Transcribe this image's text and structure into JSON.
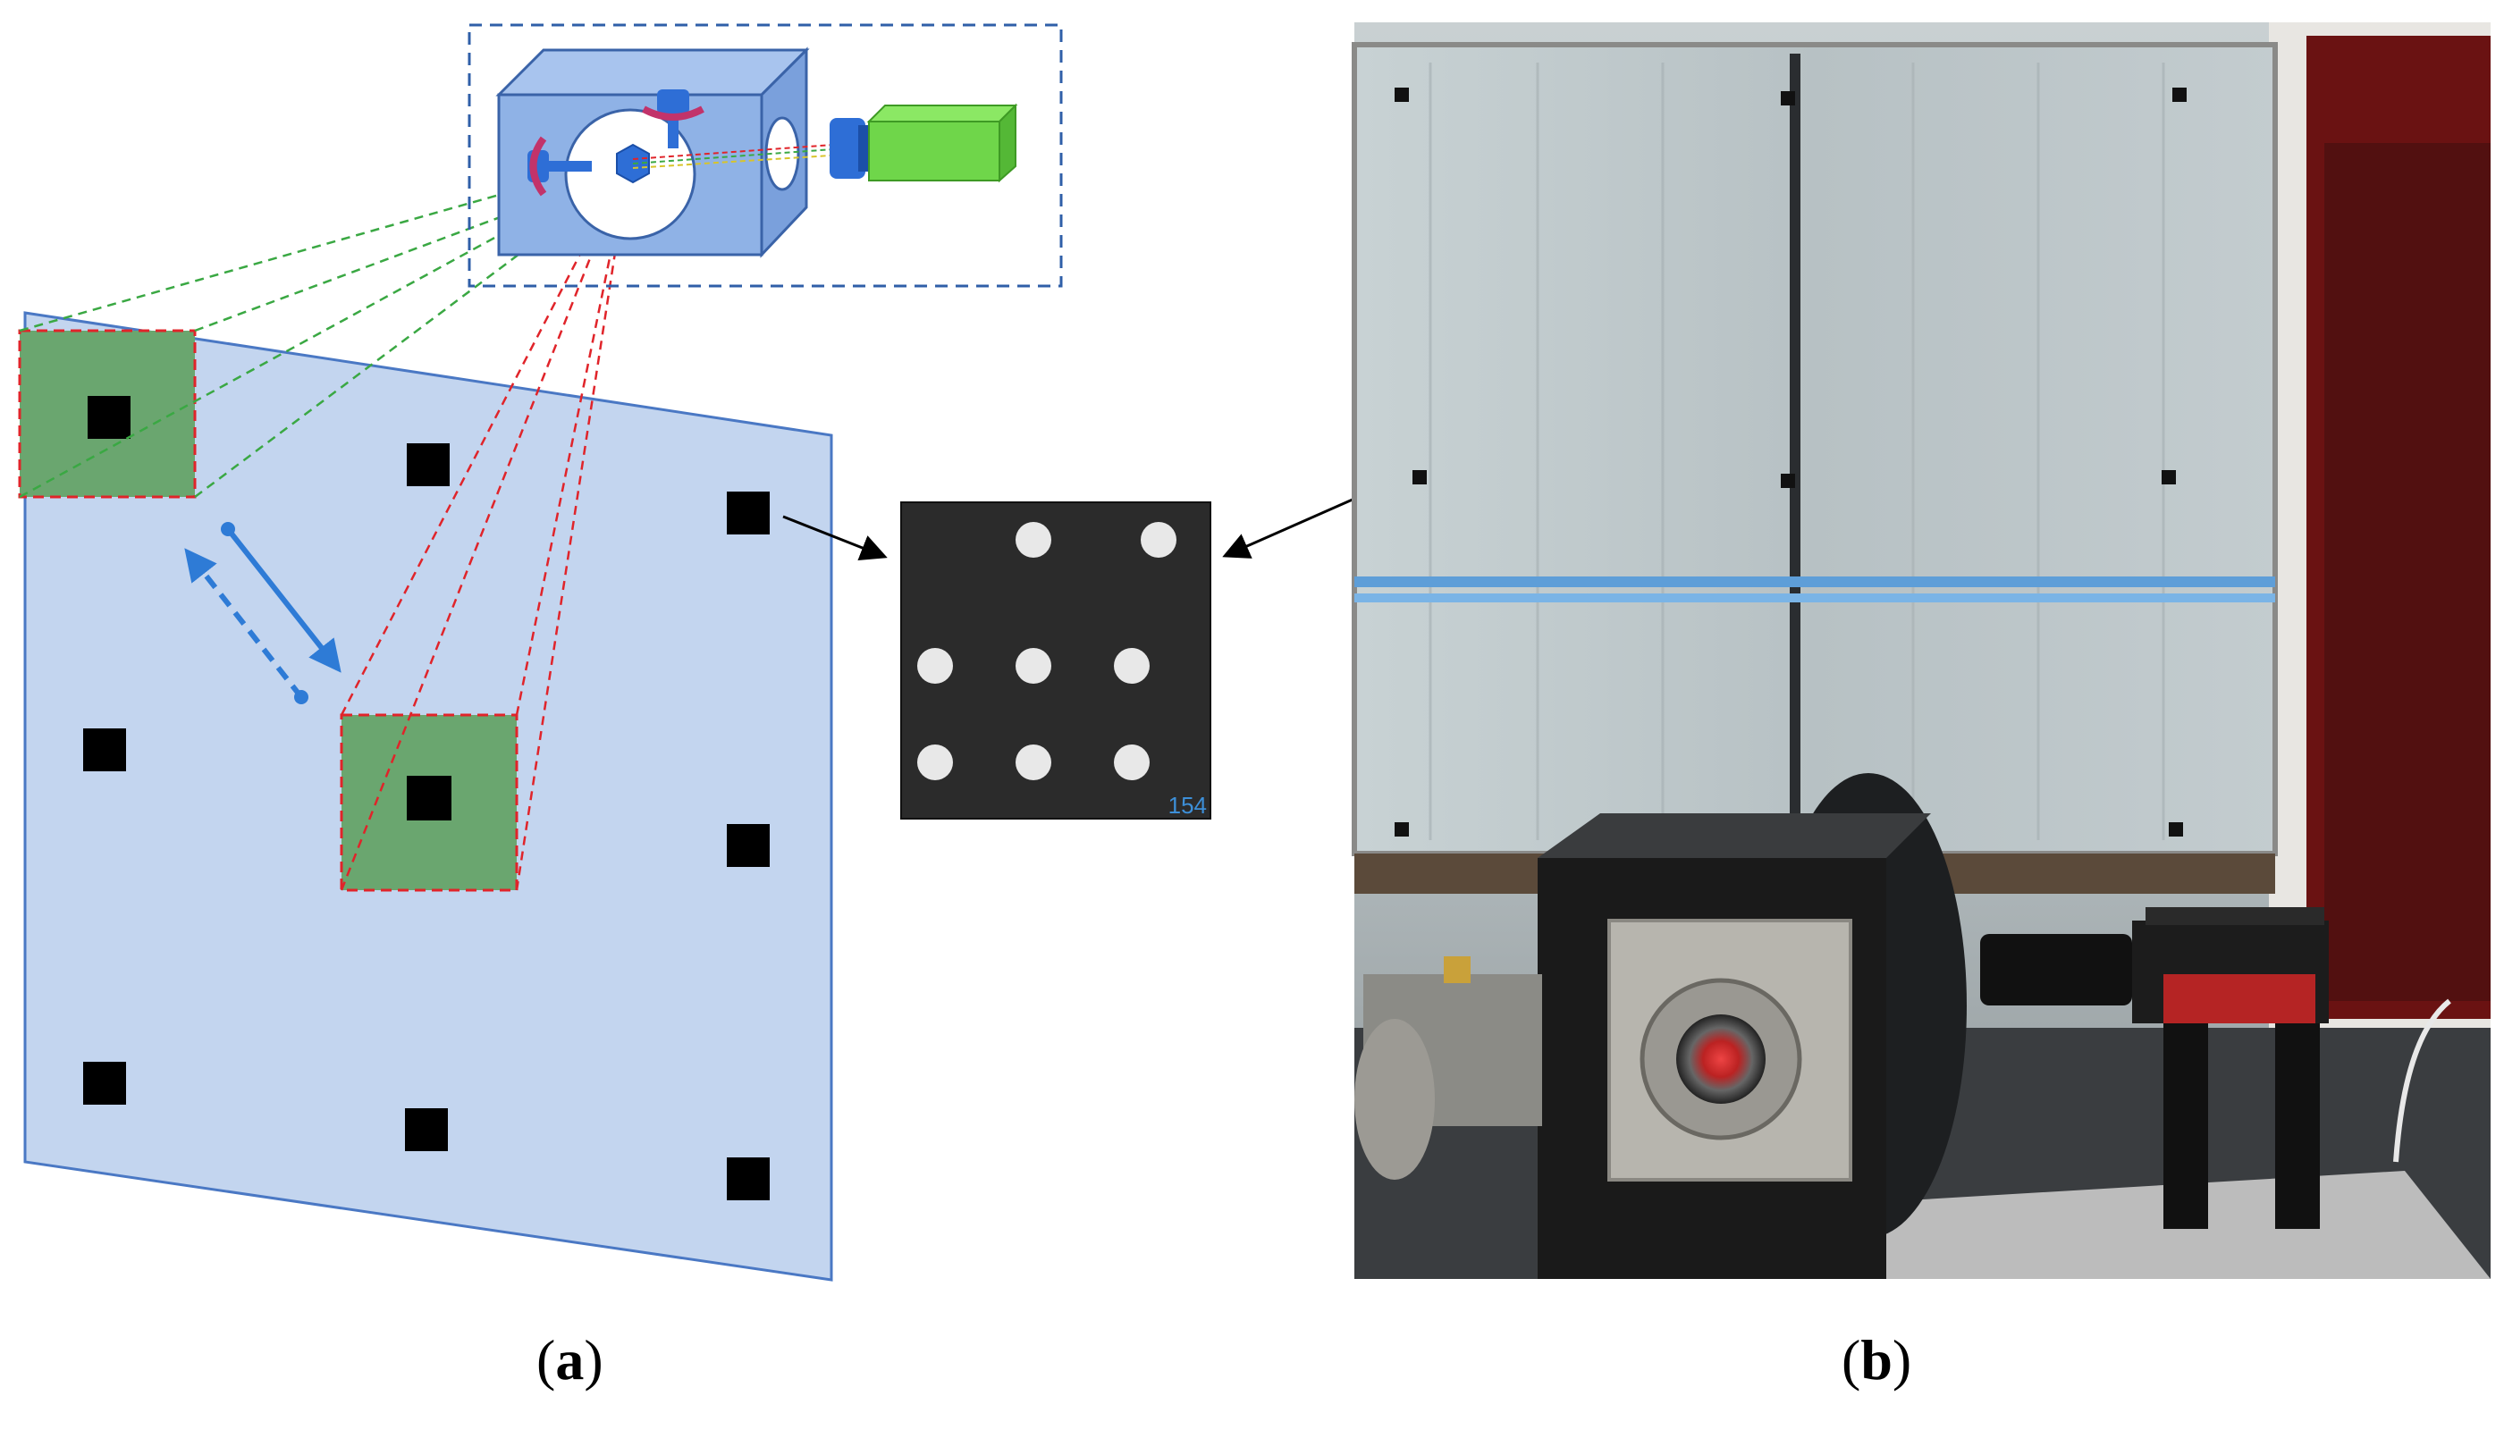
{
  "captions": {
    "a": {
      "open": "(",
      "letter": "a",
      "close": ")"
    },
    "b": {
      "open": "(",
      "letter": "b",
      "close": ")"
    }
  },
  "target_card": {
    "number": "154"
  },
  "colors": {
    "board_fill": "#c3d5ef",
    "board_stroke": "#4a78c4",
    "camera_box": "#8fb2e6",
    "camera_body": "#6fd64a",
    "highlight_square": "#6aa66f",
    "ray_green": "#3aa843",
    "ray_red": "#e0242a",
    "arrow_blue": "#2e7bd6",
    "dashed_frame": "#2f5fa8",
    "card_bg": "#2b2b2b",
    "card_label": "#3d8fd8"
  },
  "icons": [
    "camera-box-icon",
    "camera-body-icon",
    "rotation-marker-icon",
    "mirror-hexagon-icon"
  ]
}
